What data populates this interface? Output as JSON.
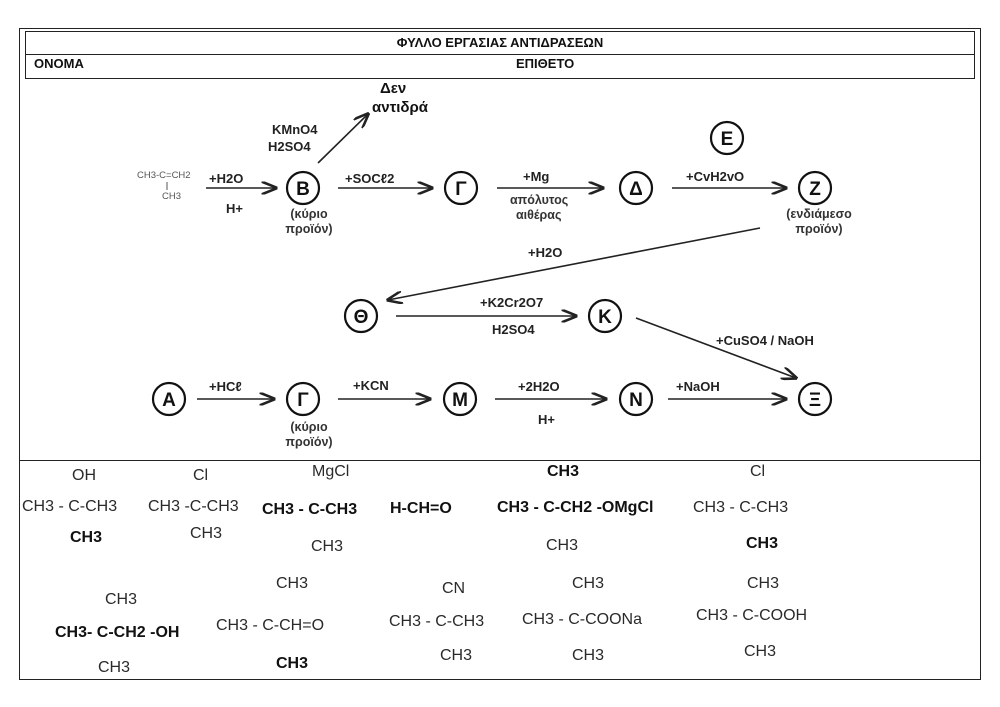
{
  "header": {
    "title": "ΦΥΛΛΟ ΕΡΓΑΣΙΑΣ ΑΝΤΙΔΡΑΣΕΩΝ",
    "name_label": "ΟΝΟΜΑ",
    "surname_label": "ΕΠΙΘΕΤΟ"
  },
  "scheme": {
    "start_top": "CH3-C=CH2",
    "start_bottom": "CH3",
    "nodes": {
      "B": "B",
      "G": "Γ",
      "D": "Δ",
      "E": "E",
      "Z": "Z",
      "TH": "Θ",
      "K": "K",
      "A": "A",
      "G2": "Γ",
      "M": "M",
      "N": "N",
      "XI": "Ξ"
    },
    "no_reaction_1": "Δεν",
    "no_reaction_2": "αντιδρά",
    "reagents": {
      "kmno4": "KMnO4",
      "h2so4_top": "H2SO4",
      "water1": "+H2O",
      "acid1": "H+",
      "socl2": "+SOCℓ2",
      "mg": "+Mg",
      "ether1": "απόλυτος",
      "ether2": "αιθέρας",
      "carbonyl": "+CvH2vO",
      "water2": "+H2O",
      "dichromate": "+K2Cr2O7",
      "h2so4_mid": "H2SO4",
      "fehling": "+CuSO4 / NaOH",
      "hcl": "+HCℓ",
      "kcn": "+KCN",
      "water3": "+2H2O",
      "acid2": "H+",
      "naoh": "+NaOH"
    },
    "captions": {
      "main1": "(κύριο",
      "main2": "προϊόν)",
      "inter1": "(ενδιάμεσο",
      "inter2": "προϊόν)",
      "main3": "(κύριο",
      "main4": "προϊόν)"
    }
  },
  "answers": {
    "row1": [
      {
        "top": "OH",
        "mid": "CH3 - C-CH3",
        "bottom": "CH3"
      },
      {
        "top": "Cl",
        "mid": "CH3 -C-CH3",
        "bottom": "CH3"
      },
      {
        "top": "MgCl",
        "mid": "CH3 - C-CH3",
        "bottom": "CH3"
      },
      {
        "top": "",
        "mid": "H-CH=O",
        "bottom": ""
      },
      {
        "top": "CH3",
        "mid": "CH3 - C-CH2 -OMgCl",
        "bottom": "CH3"
      },
      {
        "top": "Cl",
        "mid": "CH3 - C-CH3",
        "bottom": "CH3"
      }
    ],
    "row2": [
      {
        "top": "CH3",
        "mid": "CH3- C-CH2 -OH",
        "bottom": "CH3"
      },
      {
        "top": "CH3",
        "mid": "CH3 - C-CH=O",
        "bottom": "CH3"
      },
      {
        "top": "CN",
        "mid": "CH3 - C-CH3",
        "bottom": "CH3"
      },
      {
        "top": "CH3",
        "mid": "CH3 - C-COONa",
        "bottom": "CH3"
      },
      {
        "top": "CH3",
        "mid": "CH3 - C-COOH",
        "bottom": "CH3"
      }
    ]
  }
}
